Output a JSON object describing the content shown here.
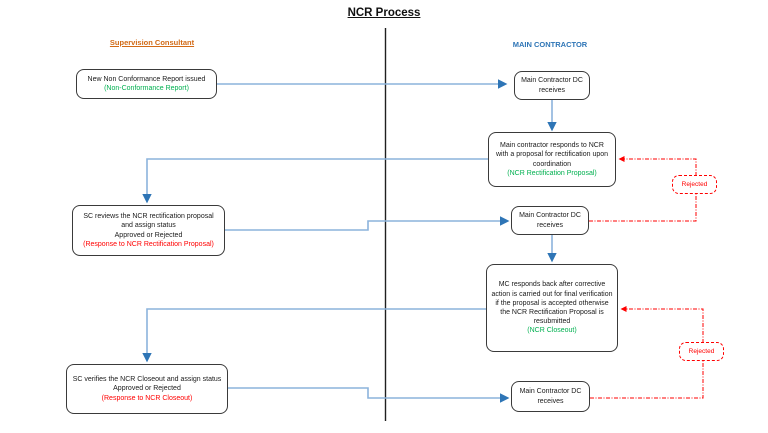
{
  "title": "NCR Process",
  "lanes": {
    "left_header": "Supervision Consultant",
    "right_header": "MAIN CONTRACTOR"
  },
  "nodes": {
    "l1": {
      "text": "New Non Conformance Report issued",
      "tag": "(Non-Conformance Report)"
    },
    "l2": {
      "text": "SC reviews the NCR rectification proposal and assign status",
      "status": "Approved or Rejected",
      "tag": "(Response to NCR Rectification Proposal)"
    },
    "l3": {
      "text": "SC verifies the NCR Closeout and assign status",
      "status": "Approved or Rejected",
      "tag": "(Response to NCR Closeout)"
    },
    "r1": {
      "text": "Main Contractor DC receives"
    },
    "r2": {
      "text": "Main contractor responds to NCR with a proposal for rectification upon coordination",
      "tag": "(NCR Rectification Proposal)"
    },
    "r3": {
      "text": "Main Contractor DC receives"
    },
    "r4": {
      "text": "MC responds back after corrective action is carried out for final verification if the proposal is accepted otherwise the NCR Rectification Proposal is resubmitted",
      "tag": "(NCR Closeout)"
    },
    "r5": {
      "text": "Main Contractor DC receives"
    },
    "rejected1": {
      "text": "Rejected"
    },
    "rejected2": {
      "text": "Rejected"
    }
  },
  "colors": {
    "accent_green": "#00B050",
    "accent_red": "#FF0000",
    "lane_left_header": "#D26A15",
    "lane_right_header": "#2E75B6",
    "connector_blue": "#8CB3DC",
    "arrow_blue": "#2E75B6"
  }
}
